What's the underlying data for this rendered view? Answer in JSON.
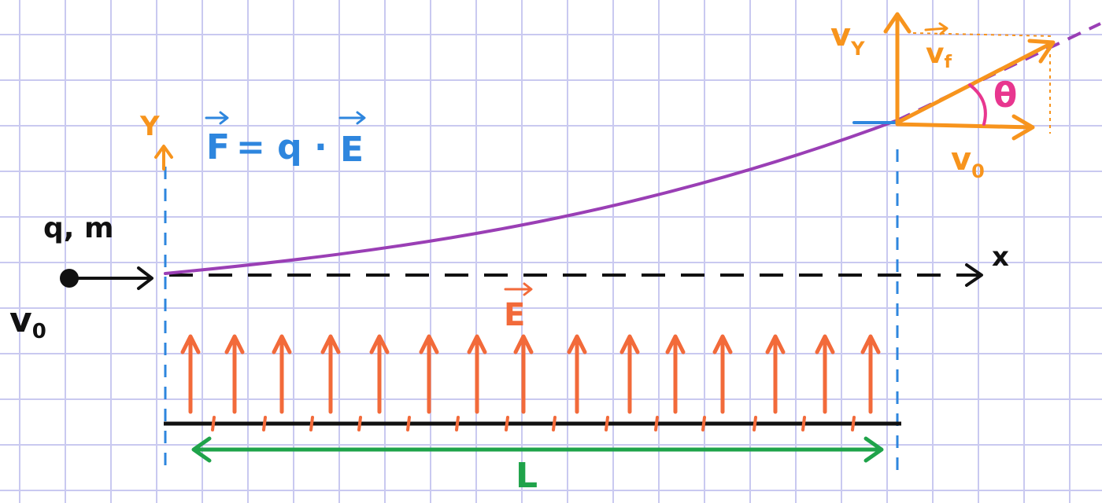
{
  "colors": {
    "paper": "#ffffff",
    "grid": "#c9c9f0",
    "dashed_bound": "#2e86de",
    "field": "#f26a3a",
    "trajectory": "#9a3fb5",
    "velocity": "#f7941d",
    "angle": "#e8368f",
    "length": "#1fa34a",
    "ink": "#111111",
    "force": "#2e86de"
  },
  "labels": {
    "charge_mass": "q, m",
    "v0_left": "v",
    "v0_left_sub": "0",
    "y_axis": "Y",
    "x_axis": "x",
    "force_F": "F",
    "force_eq": "= q ·",
    "force_E": "E",
    "field_E": "E",
    "vy": "v",
    "vy_sub": "Y",
    "vf": "v",
    "vf_sub": "f",
    "v0_right": "v",
    "v0_right_sub": "0",
    "theta": "θ",
    "length": "L"
  },
  "icons": {
    "vector_marker": "right-arrow-overbar",
    "field_arrow": "up-arrow",
    "particle": "filled-dot"
  }
}
